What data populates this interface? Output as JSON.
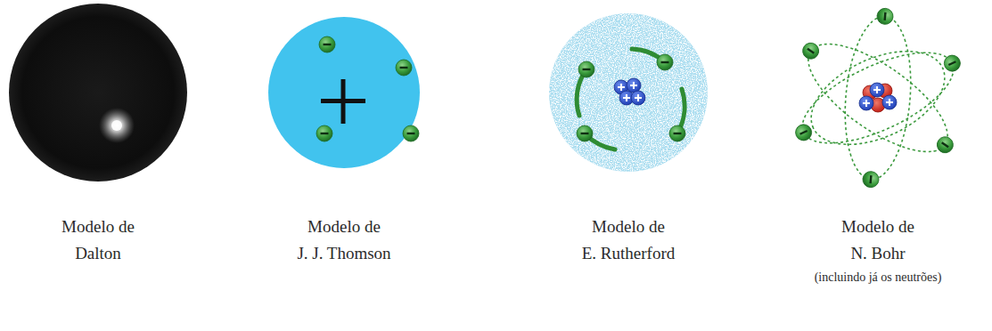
{
  "diagram": {
    "labels": [
      "Modelo de Dalton",
      "Modelo de J. J. Thomson",
      "Modelo de E. Rutherford",
      "Modelo de N. Bohr",
      "(incluindo já os neutrões)"
    ]
  }
}
